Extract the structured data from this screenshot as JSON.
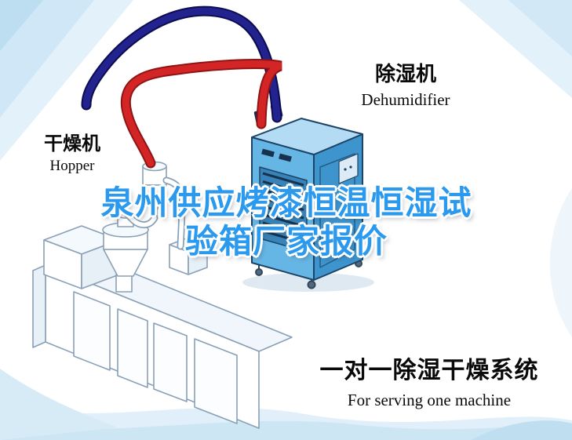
{
  "labels": {
    "dehumidifier_cn": "除湿机",
    "dehumidifier_en": "Dehumidifier",
    "hopper_cn": "干燥机",
    "hopper_en": "Hopper",
    "watermark_line1": "泉州供应烤漆恒温恒湿试",
    "watermark_line2": "验箱厂家报价",
    "caption_cn": "一对一除湿干燥系统",
    "caption_en": "For serving one machine"
  },
  "colors": {
    "watermark_blue": "#2a99ee",
    "hose_red": "#d32525",
    "hose_navy": "#23238f",
    "dehumidifier_body_blue": "#66b6e5",
    "dehumidifier_side_blue": "#3e95ce",
    "line_art_gray": "#8aa0b6",
    "background_accent_blue": "#d2e8f6",
    "text_black": "#0a0a0a"
  },
  "illustrations": [
    {
      "name": "dehumidifier-unit-icon"
    },
    {
      "name": "drying-hopper-machine-icon"
    },
    {
      "name": "hopper-funnel-icon"
    },
    {
      "name": "cyclone-separator-icon"
    },
    {
      "name": "red-hose-icon"
    },
    {
      "name": "navy-hose-icon"
    }
  ]
}
